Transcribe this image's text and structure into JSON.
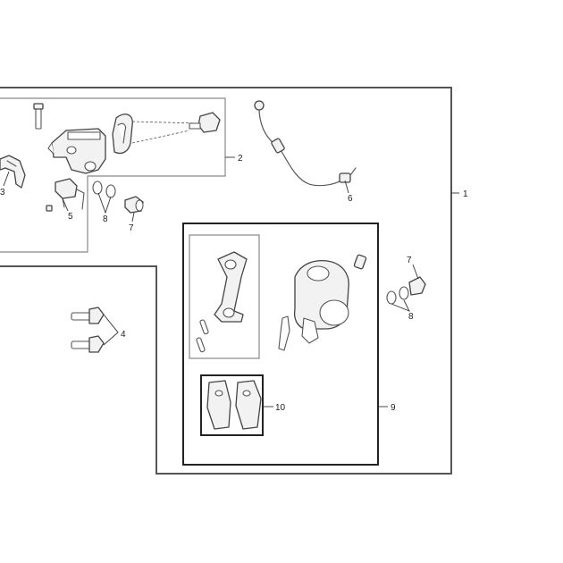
{
  "callouts": {
    "c1": "1",
    "c2": "2",
    "c3": "3",
    "c4": "4",
    "c5": "5",
    "c6": "6",
    "c7a": "7",
    "c7b": "7",
    "c8a": "8",
    "c8b": "8",
    "c9": "9",
    "c10": "10"
  },
  "colors": {
    "line": "#444444",
    "frame": "#555555",
    "text": "#222222"
  }
}
